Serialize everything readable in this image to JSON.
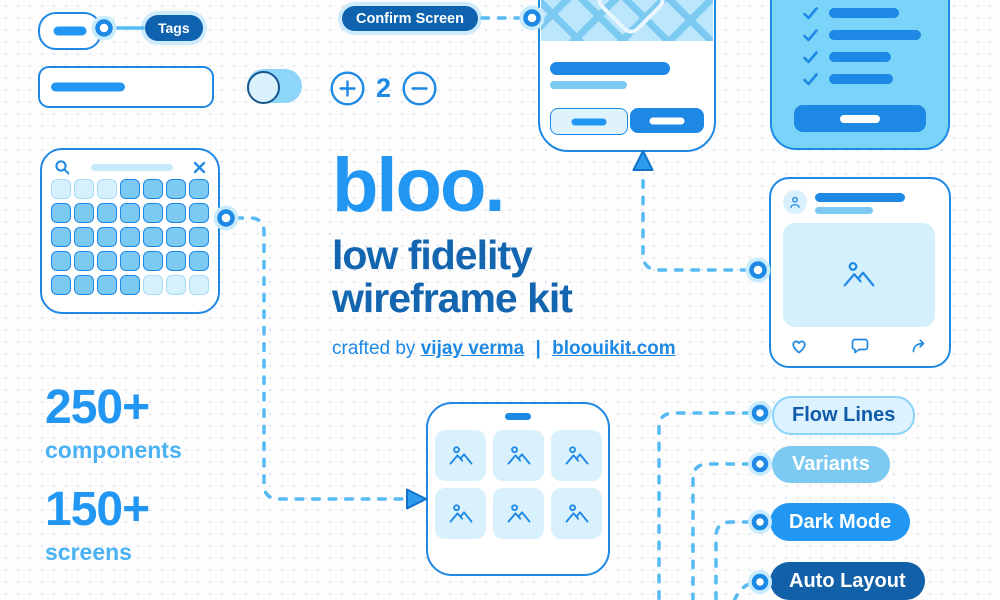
{
  "colors": {
    "accent": "#1E88E5",
    "bright_blue": "#2196F3",
    "heading_blue": "#1365B0",
    "dark_navy": "#1160A8",
    "sky": "#7CC9F2",
    "pale": "#D9F1FD",
    "flow_line": "#56BAF3",
    "badge_navy": "#0F63AE"
  },
  "tags_badge": {
    "label": "Tags"
  },
  "confirm_badge": {
    "label": "Confirm Screen"
  },
  "stepper": {
    "value": "2"
  },
  "hero": {
    "brand": "bloo.",
    "title_line1": "low fidelity",
    "title_line2": "wireframe kit",
    "credit_prefix": "crafted by",
    "author": "vijay verma",
    "divider": "|",
    "site": "bloouikit.com"
  },
  "stats": [
    {
      "value": "250+",
      "label": "components"
    },
    {
      "value": "150+",
      "label": "screens"
    }
  ],
  "feature_tags": [
    {
      "label": "Flow Lines"
    },
    {
      "label": "Variants"
    },
    {
      "label": "Dark Mode"
    },
    {
      "label": "Auto Layout"
    }
  ],
  "calendar": {
    "rows": 5,
    "cols": 7,
    "faded_indices": [
      0,
      1,
      2,
      32,
      33,
      34
    ]
  },
  "checklist": {
    "bar_widths": [
      70,
      92,
      62,
      64
    ]
  },
  "gallery": {
    "rows": 2,
    "cols": 3
  }
}
